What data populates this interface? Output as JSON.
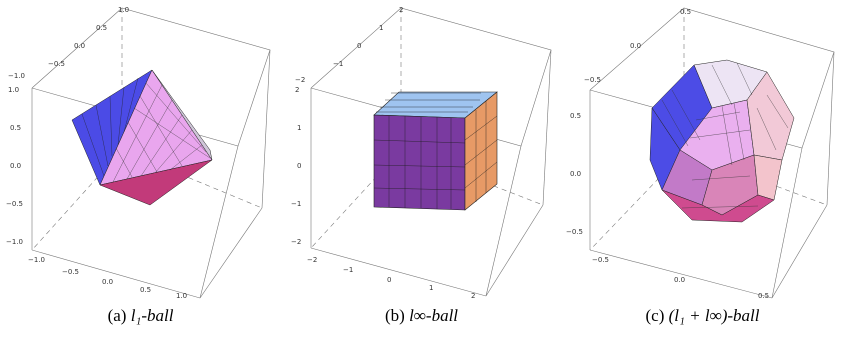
{
  "panels": [
    {
      "id": "l1",
      "caption": {
        "tag": "(a) ",
        "math": "l₁-ball"
      },
      "ticks_top": [
        "1.0",
        "0.5",
        "0.0",
        "−0.5",
        "−1.0"
      ],
      "ticks_left": [
        "1.0",
        "0.5",
        "0.0",
        "−0.5",
        "−1.0"
      ],
      "ticks_bottom": [
        "−1.0",
        "−0.5",
        "0.0",
        "0.5",
        "1.0"
      ],
      "colors": {
        "top_left": "#4b4be6",
        "front": "#e9a6ee",
        "bottom": "#c23a7a"
      }
    },
    {
      "id": "linf",
      "caption": {
        "tag": "(b) ",
        "math": "l∞-ball"
      },
      "ticks_top": [
        "2",
        "1",
        "0",
        "−1",
        "−2"
      ],
      "ticks_left": [
        "2",
        "1",
        "0",
        "−1",
        "−2"
      ],
      "ticks_bottom": [
        "−2",
        "−1",
        "0",
        "1",
        "2"
      ],
      "colors": {
        "top": "#9fc4f0",
        "front": "#7a3aa0",
        "side": "#e79a66"
      }
    },
    {
      "id": "l1linf",
      "caption": {
        "tag": "(c) ",
        "math": "(l₁ + l∞)-ball"
      },
      "ticks_top": [
        "0.5",
        "0.0",
        "−0.5"
      ],
      "ticks_left": [
        "0.5",
        "0.0",
        "−0.5"
      ],
      "ticks_bottom": [
        "−0.5",
        "0.0",
        "0.5"
      ],
      "colors": {
        "blue": "#4c4ce6",
        "pink": "#eab0ef",
        "magenta": "#cf4b8f",
        "light": "#f2c9d7"
      }
    }
  ]
}
